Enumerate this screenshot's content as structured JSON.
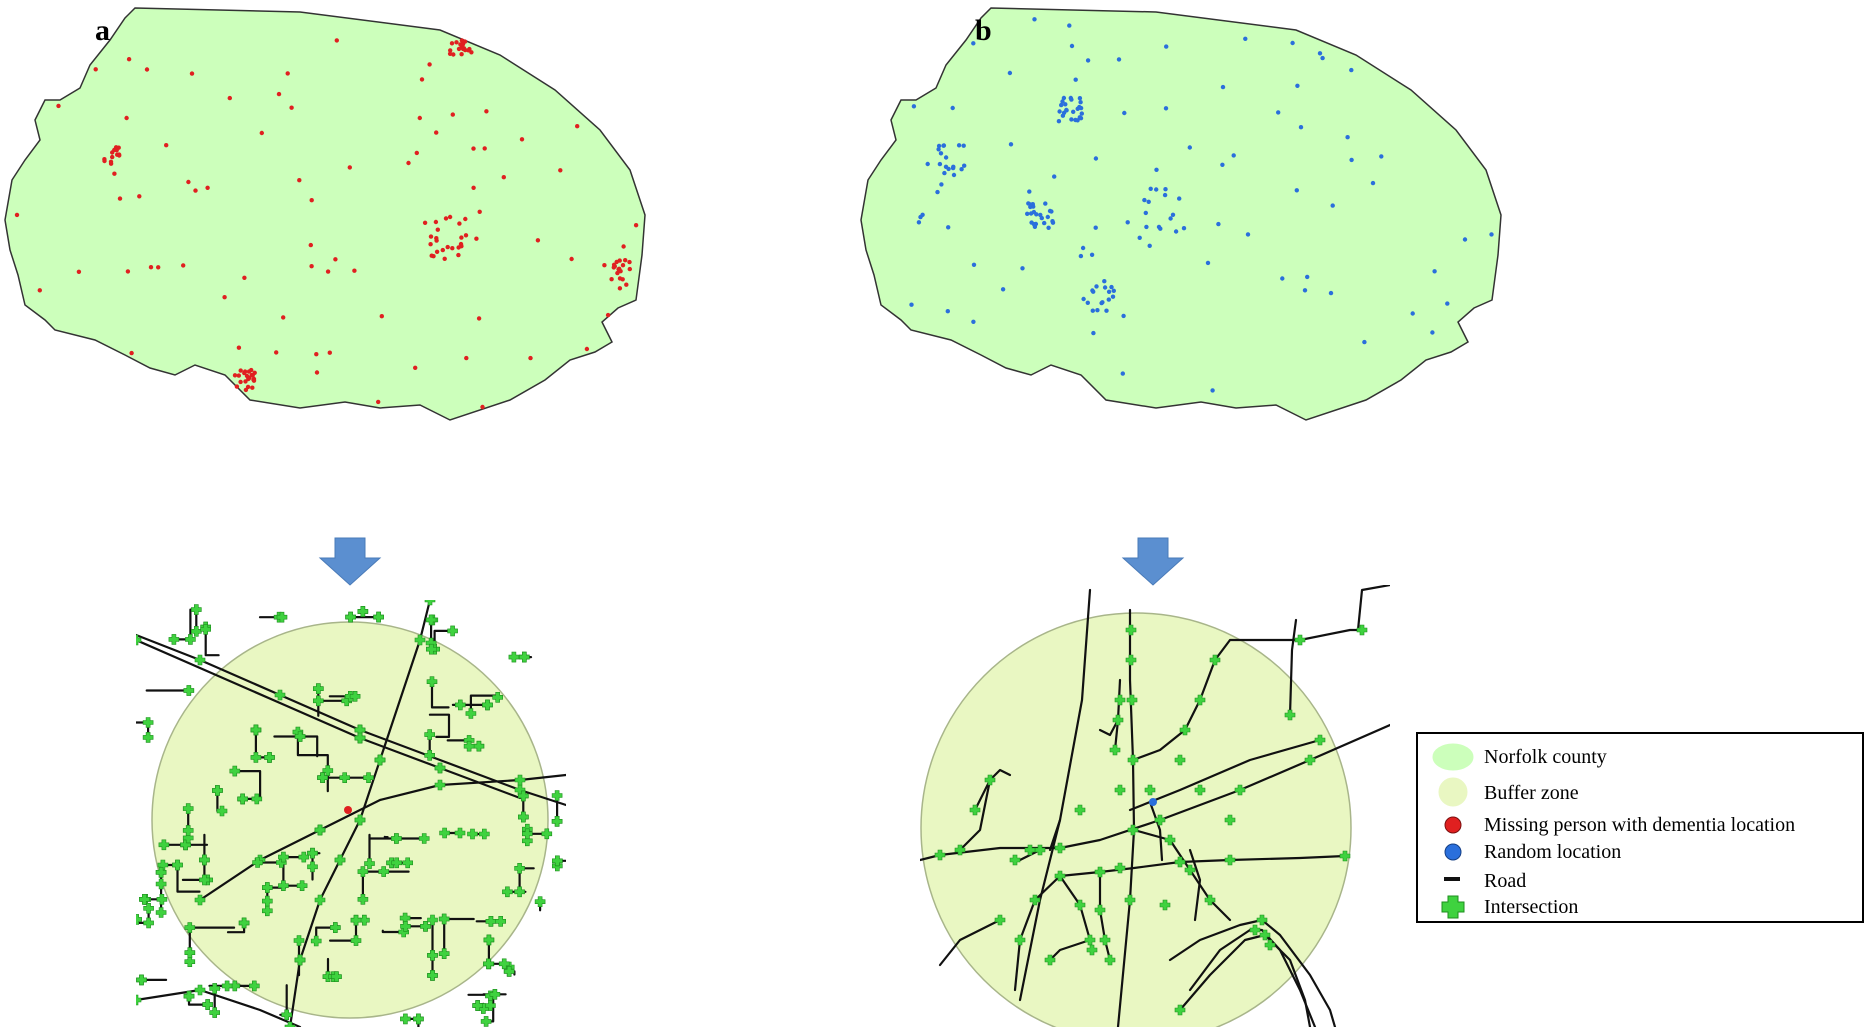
{
  "figure": {
    "panels": [
      {
        "label": "a",
        "point_type": "missing"
      },
      {
        "label": "b",
        "point_type": "random"
      }
    ],
    "legend": {
      "items": [
        {
          "key": "county",
          "label": "Norfolk county"
        },
        {
          "key": "buffer",
          "label": "Buffer  zone"
        },
        {
          "key": "missing",
          "label": "Missing person with dementia location"
        },
        {
          "key": "random",
          "label": "Random location"
        },
        {
          "key": "road",
          "label": "Road"
        },
        {
          "key": "intersection",
          "label": "Intersection"
        }
      ]
    },
    "colors": {
      "county_fill": "#ccffbb",
      "county_outline": "#333333",
      "buffer_fill": "#e9f7c2",
      "buffer_outline": "#a8b58a",
      "missing_point": "#e02020",
      "random_point": "#2a6fdc",
      "road": "#111111",
      "intersection": "#3fd23f",
      "arrow": "#5b8fd0"
    }
  }
}
